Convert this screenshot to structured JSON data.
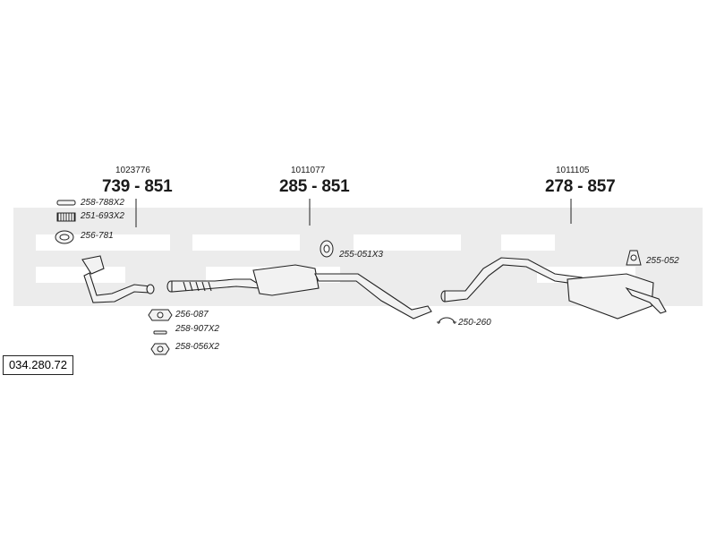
{
  "diagram": {
    "catalog_code": "034.280.72",
    "assemblies": [
      {
        "ref": "1023776",
        "number": "739 - 851"
      },
      {
        "ref": "1011077",
        "number": "285 - 851"
      },
      {
        "ref": "1011105",
        "number": "278 - 857"
      }
    ],
    "parts": {
      "p_258_788": "258-788X2",
      "p_251_693": "251-693X2",
      "p_256_781": "256-781",
      "p_256_087": "256-087",
      "p_258_907": "258-907X2",
      "p_258_056": "258-056X2",
      "p_255_051": "255-051X3",
      "p_250_260": "250-260",
      "p_255_052": "255-052"
    },
    "colors": {
      "line": "#222222",
      "watermark": "#e6e6e6",
      "part_fill": "#f2f2f2"
    }
  }
}
